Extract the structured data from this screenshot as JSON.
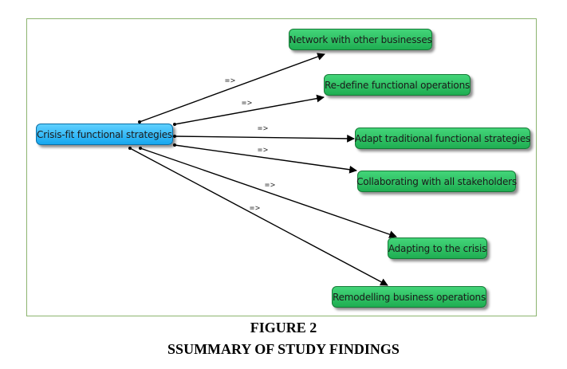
{
  "diagram": {
    "root": {
      "label": "Crisis-fit functional strategies"
    },
    "edge_label": "=>",
    "children": [
      {
        "label": "Network with other businesses"
      },
      {
        "label": "Re-define functional operations"
      },
      {
        "label": "Adapt traditional functional strategies"
      },
      {
        "label": "Collaborating with all stakeholders"
      },
      {
        "label": "Adapting to the crisis"
      },
      {
        "label": "Remodelling business operations"
      }
    ],
    "colors": {
      "root_fill": "#16a7ef",
      "child_fill": "#1fae52",
      "frame_border": "#8cb46f",
      "edge": "#000000"
    }
  },
  "caption": {
    "figure": "FIGURE 2",
    "title": "SSUMMARY OF STUDY FINDINGS"
  }
}
